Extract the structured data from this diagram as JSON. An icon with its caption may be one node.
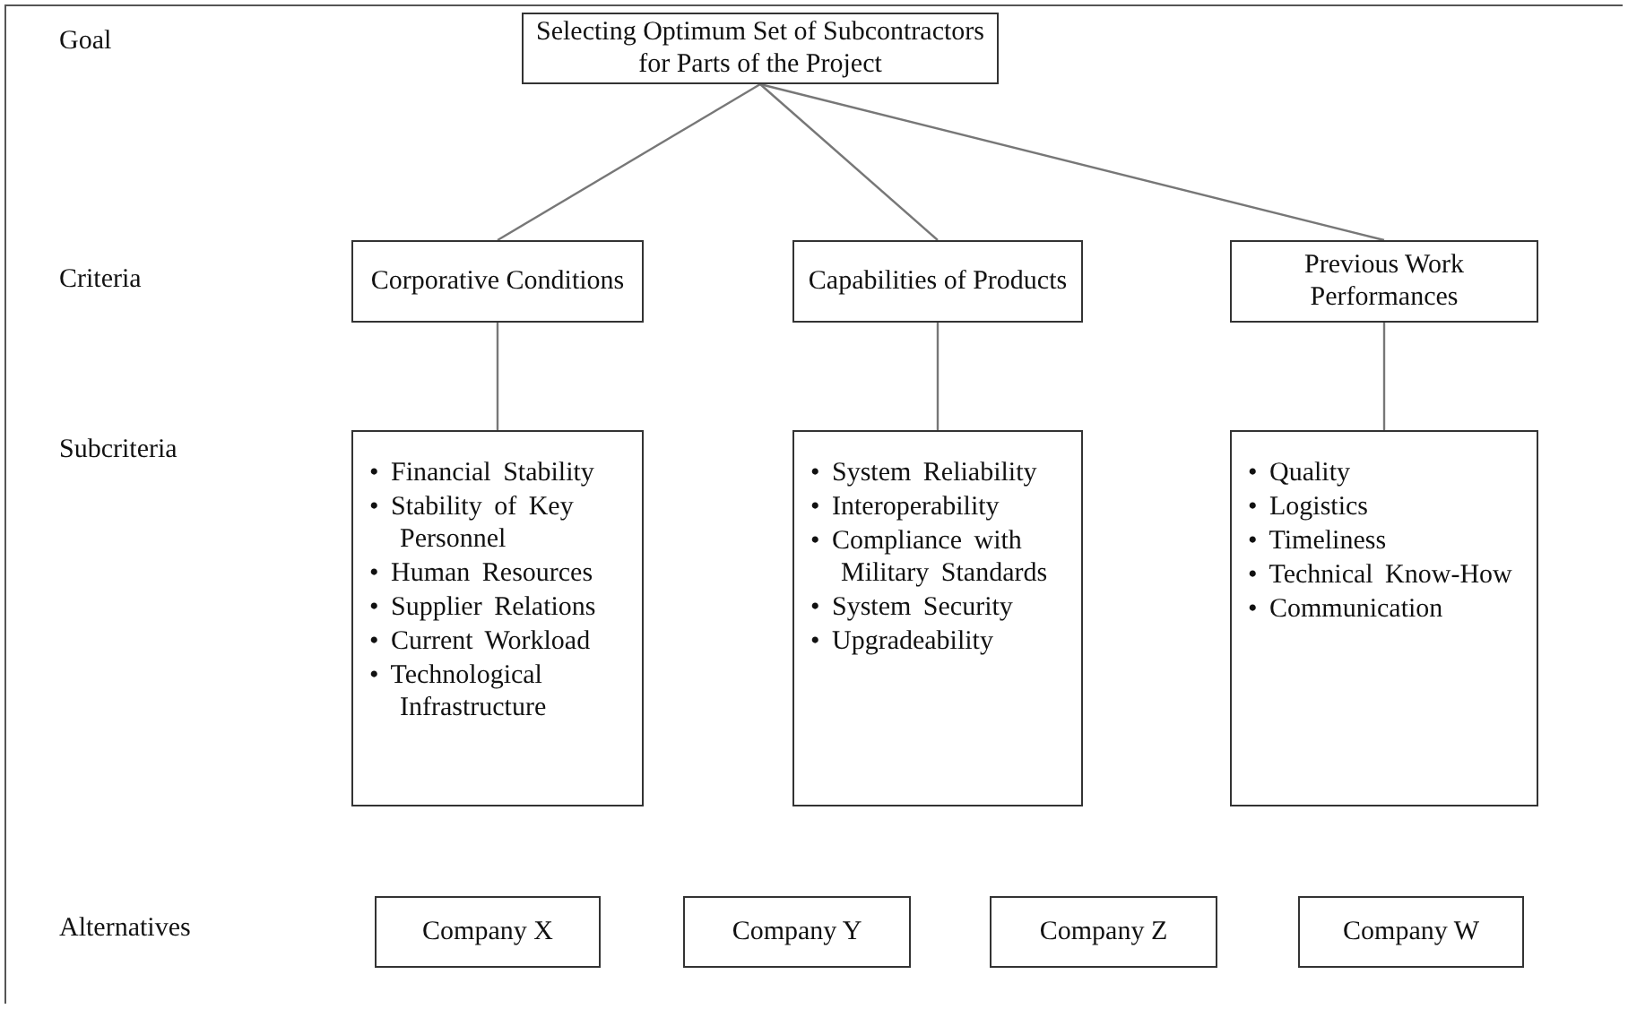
{
  "diagram": {
    "nodes": [
      {
        "text": [
          "Selecting Optimum Set of Subcontractors for Parts of the Project"
        ]
      },
      {
        "text": [
          "Corporative Conditions"
        ]
      },
      {
        "text": [
          "Capabilities of Products"
        ]
      },
      {
        "text": [
          "Previous Work Performances"
        ]
      },
      {
        "text": [
          "• Financial Stability",
          "• Stability of Key Personnel",
          "• Human Resources",
          "• Supplier Relations",
          "• Current Workload",
          "• Technological Infrastructure"
        ]
      },
      {
        "text": [
          "• System Reliability",
          "• Interoperability",
          "• Compliance with Military Standards",
          "• System Security",
          "• Upgradeability"
        ]
      },
      {
        "text": [
          "• Quality",
          "• Logistics",
          "• Timeliness",
          "• Technical Know-How",
          "• Communication"
        ]
      },
      {
        "text": [
          "Company X"
        ]
      },
      {
        "text": [
          "Company Y"
        ]
      },
      {
        "text": [
          "Company Z"
        ]
      },
      {
        "text": [
          "Company W"
        ]
      }
    ],
    "edges": [
      {
        "from": 0,
        "to": 1,
        "arrow": "none"
      },
      {
        "from": 0,
        "to": 2,
        "arrow": "none"
      },
      {
        "from": 0,
        "to": 3,
        "arrow": "none"
      },
      {
        "from": 1,
        "to": 4,
        "arrow": "none"
      },
      {
        "from": 2,
        "to": 5,
        "arrow": "none"
      },
      {
        "from": 3,
        "to": 6,
        "arrow": "none"
      }
    ],
    "labels": [
      "Goal",
      "Criteria",
      "Subcriteria",
      "Alternatives"
    ]
  }
}
